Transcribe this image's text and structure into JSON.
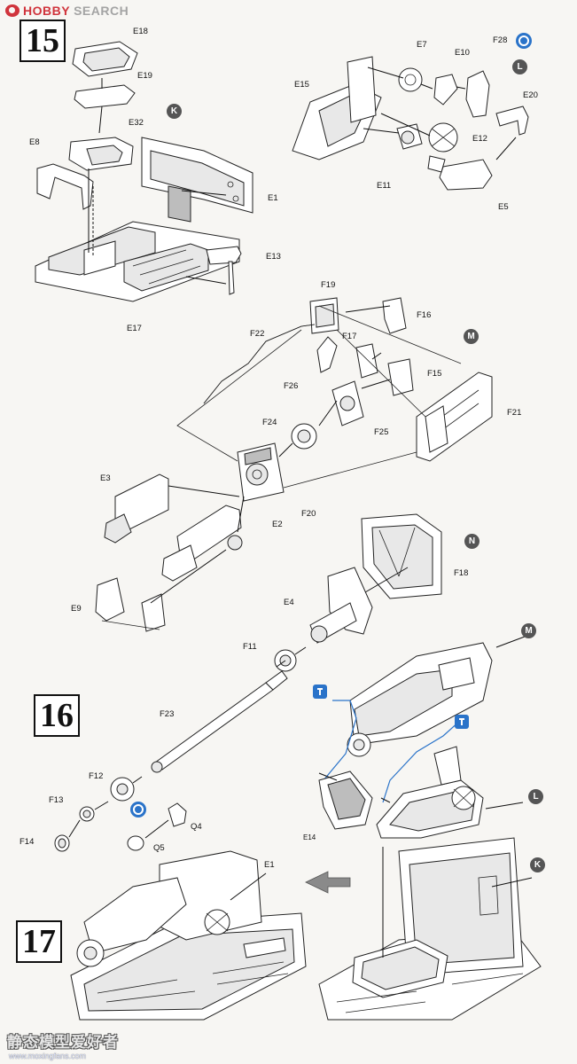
{
  "header": {
    "logo_brand": "HOBBY",
    "logo_word": "SEARCH"
  },
  "steps": [
    {
      "number": "15"
    },
    {
      "number": "16"
    },
    {
      "number": "17"
    }
  ],
  "step15": {
    "labels": [
      "E18",
      "E19",
      "E32",
      "E8",
      "E1",
      "E13",
      "E17",
      "E15",
      "E7",
      "E10",
      "F28",
      "E20",
      "E12",
      "E11",
      "E5"
    ],
    "markers": [
      "K",
      "L"
    ]
  },
  "step_m_assembly": {
    "labels": [
      "F19",
      "F16",
      "F22",
      "F17",
      "F15",
      "F26",
      "F21",
      "F24",
      "F25",
      "E3",
      "F20",
      "E2",
      "E9"
    ],
    "marker": "M"
  },
  "step_n_assembly": {
    "labels": [
      "F18",
      "E4",
      "F11",
      "F23",
      "F12",
      "F13",
      "F14",
      "Q4",
      "Q5"
    ],
    "marker": "N"
  },
  "step16": {
    "labels": [
      "E14"
    ],
    "markers": [
      "M",
      "L"
    ]
  },
  "step17": {
    "labels": [
      "E1"
    ],
    "marker": "K"
  },
  "footer": {
    "watermark_cn": "静态模型爱好者",
    "watermark_url": "www.moxingfans.com"
  }
}
